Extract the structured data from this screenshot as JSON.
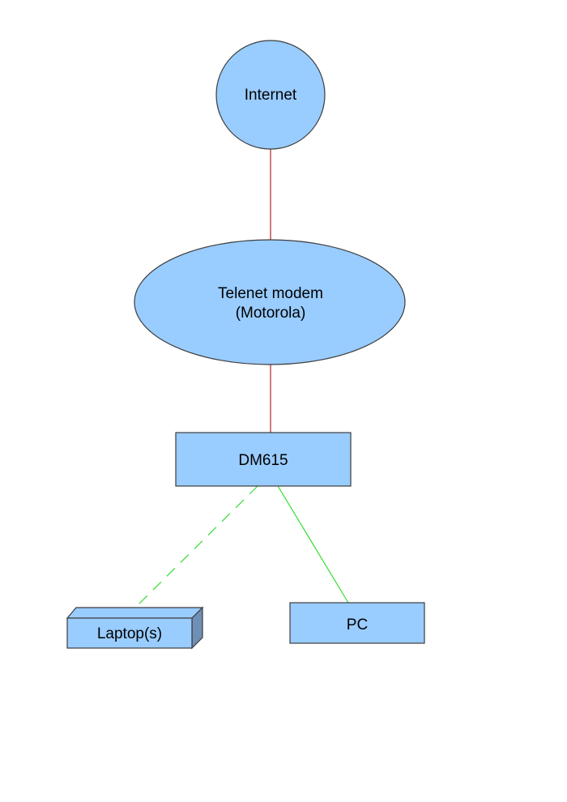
{
  "diagram": {
    "colors": {
      "node_fill": "#99ccff",
      "node_stroke": "#3d3d3d",
      "node_side": "#6f8fb5",
      "wired_link": "#b22222",
      "lan_link": "#33dd33"
    },
    "nodes": {
      "internet": {
        "label": "Internet",
        "shape": "circle"
      },
      "modem": {
        "label_line1": "Telenet modem",
        "label_line2": "(Motorola)",
        "shape": "ellipse"
      },
      "router": {
        "label": "DM615",
        "shape": "rectangle"
      },
      "laptop": {
        "label": "Laptop(s)",
        "shape": "3d-box"
      },
      "pc": {
        "label": "PC",
        "shape": "rectangle"
      }
    },
    "edges": [
      {
        "from": "internet",
        "to": "modem",
        "style": "solid",
        "color": "wired_link"
      },
      {
        "from": "modem",
        "to": "router",
        "style": "solid",
        "color": "wired_link"
      },
      {
        "from": "router",
        "to": "laptop",
        "style": "dashed",
        "color": "lan_link"
      },
      {
        "from": "router",
        "to": "pc",
        "style": "solid",
        "color": "lan_link"
      }
    ]
  }
}
